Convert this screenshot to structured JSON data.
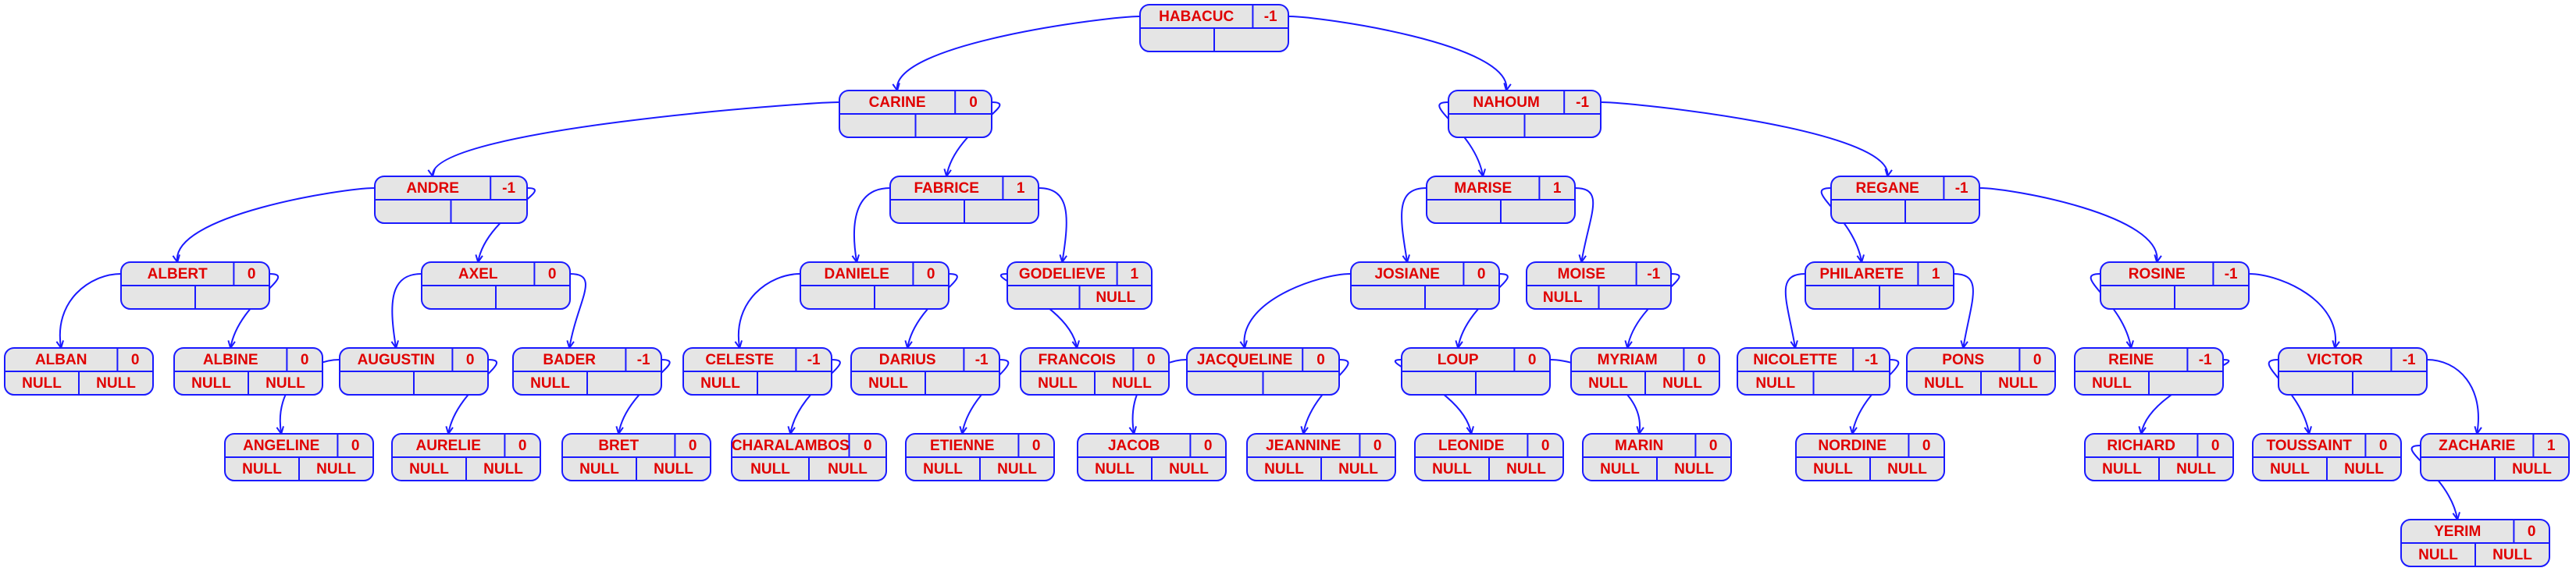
{
  "null_label": "NULL",
  "nodes": [
    {
      "id": "HABACUC",
      "name": "HABACUC",
      "bal": "-1",
      "left": "CARINE",
      "right": "NAHOUM"
    },
    {
      "id": "CARINE",
      "name": "CARINE",
      "bal": "0",
      "left": "ANDRE",
      "right": "FABRICE"
    },
    {
      "id": "NAHOUM",
      "name": "NAHOUM",
      "bal": "-1",
      "left": "MARISE",
      "right": "REGANE"
    },
    {
      "id": "ANDRE",
      "name": "ANDRE",
      "bal": "-1",
      "left": "ALBERT",
      "right": "AXEL"
    },
    {
      "id": "FABRICE",
      "name": "FABRICE",
      "bal": "1",
      "left": "DANIELE",
      "right": "GODELIEVE"
    },
    {
      "id": "MARISE",
      "name": "MARISE",
      "bal": "1",
      "left": "JOSIANE",
      "right": "MOISE"
    },
    {
      "id": "REGANE",
      "name": "REGANE",
      "bal": "-1",
      "left": "PHILARETE",
      "right": "ROSINE"
    },
    {
      "id": "ALBERT",
      "name": "ALBERT",
      "bal": "0",
      "left": "ALBAN",
      "right": "ALBINE"
    },
    {
      "id": "AXEL",
      "name": "AXEL",
      "bal": "0",
      "left": "AUGUSTIN",
      "right": "BADER"
    },
    {
      "id": "DANIELE",
      "name": "DANIELE",
      "bal": "0",
      "left": "CELESTE",
      "right": "DARIUS"
    },
    {
      "id": "GODELIEVE",
      "name": "GODELIEVE",
      "bal": "1",
      "left": "FRANCOIS",
      "right": null
    },
    {
      "id": "JOSIANE",
      "name": "JOSIANE",
      "bal": "0",
      "left": "JACQUELINE",
      "right": "LOUP"
    },
    {
      "id": "MOISE",
      "name": "MOISE",
      "bal": "-1",
      "left": null,
      "right": "MYRIAM"
    },
    {
      "id": "PHILARETE",
      "name": "PHILARETE",
      "bal": "1",
      "left": "NICOLETTE",
      "right": "PONS"
    },
    {
      "id": "ROSINE",
      "name": "ROSINE",
      "bal": "-1",
      "left": "REINE",
      "right": "VICTOR"
    },
    {
      "id": "ALBAN",
      "name": "ALBAN",
      "bal": "0",
      "left": null,
      "right": null
    },
    {
      "id": "ALBINE",
      "name": "ALBINE",
      "bal": "0",
      "left": null,
      "right": null
    },
    {
      "id": "AUGUSTIN",
      "name": "AUGUSTIN",
      "bal": "0",
      "left": "ANGELINE",
      "right": "AURELIE"
    },
    {
      "id": "BADER",
      "name": "BADER",
      "bal": "-1",
      "left": null,
      "right": "BRET"
    },
    {
      "id": "CELESTE",
      "name": "CELESTE",
      "bal": "-1",
      "left": null,
      "right": "CHARALAMBOS"
    },
    {
      "id": "DARIUS",
      "name": "DARIUS",
      "bal": "-1",
      "left": null,
      "right": "ETIENNE"
    },
    {
      "id": "FRANCOIS",
      "name": "FRANCOIS",
      "bal": "0",
      "left": null,
      "right": null
    },
    {
      "id": "JACQUELINE",
      "name": "JACQUELINE",
      "bal": "0",
      "left": "JACOB",
      "right": "JEANNINE"
    },
    {
      "id": "LOUP",
      "name": "LOUP",
      "bal": "0",
      "left": "LEONIDE",
      "right": "MARIN"
    },
    {
      "id": "MYRIAM",
      "name": "MYRIAM",
      "bal": "0",
      "left": null,
      "right": null
    },
    {
      "id": "NICOLETTE",
      "name": "NICOLETTE",
      "bal": "-1",
      "left": null,
      "right": "NORDINE"
    },
    {
      "id": "PONS",
      "name": "PONS",
      "bal": "0",
      "left": null,
      "right": null
    },
    {
      "id": "REINE",
      "name": "REINE",
      "bal": "-1",
      "left": null,
      "right": "RICHARD"
    },
    {
      "id": "VICTOR",
      "name": "VICTOR",
      "bal": "-1",
      "left": "TOUSSAINT",
      "right": "ZACHARIE"
    },
    {
      "id": "ANGELINE",
      "name": "ANGELINE",
      "bal": "0",
      "left": null,
      "right": null
    },
    {
      "id": "AURELIE",
      "name": "AURELIE",
      "bal": "0",
      "left": null,
      "right": null
    },
    {
      "id": "BRET",
      "name": "BRET",
      "bal": "0",
      "left": null,
      "right": null
    },
    {
      "id": "CHARALAMBOS",
      "name": "CHARALAMBOS",
      "bal": "0",
      "left": null,
      "right": null
    },
    {
      "id": "ETIENNE",
      "name": "ETIENNE",
      "bal": "0",
      "left": null,
      "right": null
    },
    {
      "id": "JACOB",
      "name": "JACOB",
      "bal": "0",
      "left": null,
      "right": null
    },
    {
      "id": "JEANNINE",
      "name": "JEANNINE",
      "bal": "0",
      "left": null,
      "right": null
    },
    {
      "id": "LEONIDE",
      "name": "LEONIDE",
      "bal": "0",
      "left": null,
      "right": null
    },
    {
      "id": "MARIN",
      "name": "MARIN",
      "bal": "0",
      "left": null,
      "right": null
    },
    {
      "id": "NORDINE",
      "name": "NORDINE",
      "bal": "0",
      "left": null,
      "right": null
    },
    {
      "id": "RICHARD",
      "name": "RICHARD",
      "bal": "0",
      "left": null,
      "right": null
    },
    {
      "id": "TOUSSAINT",
      "name": "TOUSSAINT",
      "bal": "0",
      "left": null,
      "right": null
    },
    {
      "id": "ZACHARIE",
      "name": "ZACHARIE",
      "bal": "1",
      "left": "YERIM",
      "right": null
    },
    {
      "id": "YERIM",
      "name": "YERIM",
      "bal": "0",
      "left": null,
      "right": null
    }
  ]
}
